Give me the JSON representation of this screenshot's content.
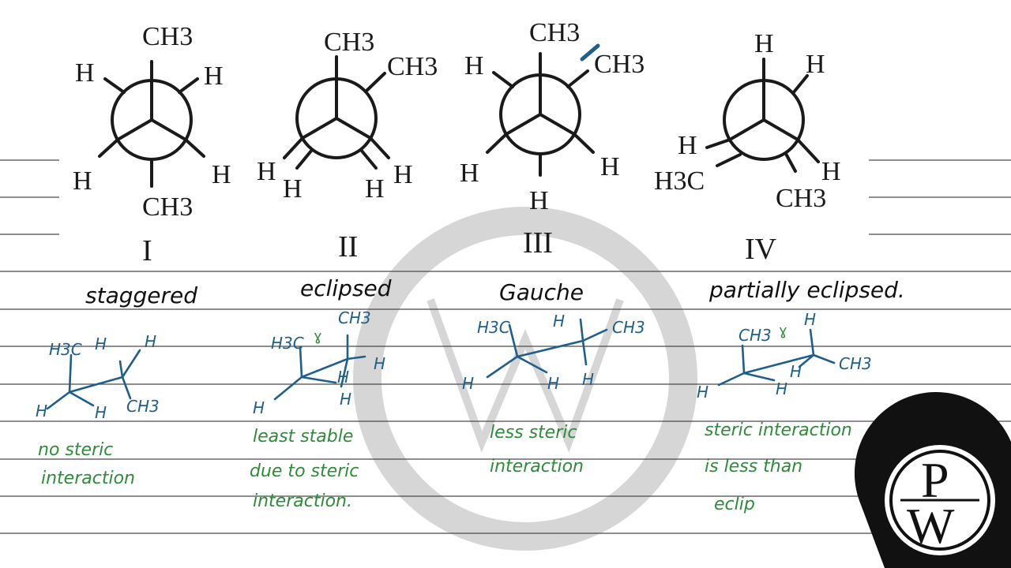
{
  "projections": [
    {
      "numeral": "I",
      "labels": {
        "top": "CH3",
        "ul": "H",
        "ur": "H",
        "ll": "H",
        "lr": "H",
        "bottom": "CH3"
      }
    },
    {
      "numeral": "II",
      "labels": {
        "top": "CH3",
        "ur": "CH3",
        "l1": "H",
        "l2": "H",
        "r1": "H",
        "r2": "H"
      }
    },
    {
      "numeral": "III",
      "labels": {
        "top": "CH3",
        "ur": "CH3",
        "ul": "H",
        "ll": "H",
        "lr": "H",
        "bottom": "H"
      }
    },
    {
      "numeral": "IV",
      "labels": {
        "top": "H",
        "ur": "H",
        "l1": "H",
        "l2": "H3C",
        "r1": "H",
        "r2": "CH3"
      }
    }
  ],
  "headings": [
    "staggered",
    "eclipsed",
    "Gauche",
    "partially eclipsed."
  ],
  "notes": [
    [
      "no steric",
      "interaction"
    ],
    [
      "least stable",
      "due to steric",
      "interaction."
    ],
    [
      "less steric",
      "interaction"
    ],
    [
      "steric interaction",
      "is less than",
      "eclip"
    ]
  ],
  "sawhorse_labels": {
    "s1": {
      "h3c": "H3C",
      "h1": "H",
      "h2": "H",
      "h3": "H",
      "h4": "H",
      "ch3": "CH3"
    },
    "s2": {
      "h3c": "H3C",
      "ch3": "CH3",
      "h1": "H",
      "h2": "H",
      "h3": "H",
      "h4": "H",
      "mark": "ɣ"
    },
    "s3": {
      "h3c": "H3C",
      "h1": "H",
      "ch3": "CH3",
      "h2": "H",
      "h3": "H",
      "h4": "H"
    },
    "s4": {
      "ch3a": "CH3",
      "h1": "H",
      "ch3b": "CH3",
      "h2": "H",
      "h3": "H",
      "h4": "H",
      "mark": "ɣ"
    }
  },
  "logo": {
    "top": "P",
    "bottom": "W"
  },
  "colors": {
    "ink": "#1a1a1a",
    "blue": "#1f5f8b",
    "green": "#2e8b3a",
    "rule": "#4a4a4a",
    "watermark": "#d6d6d6"
  }
}
